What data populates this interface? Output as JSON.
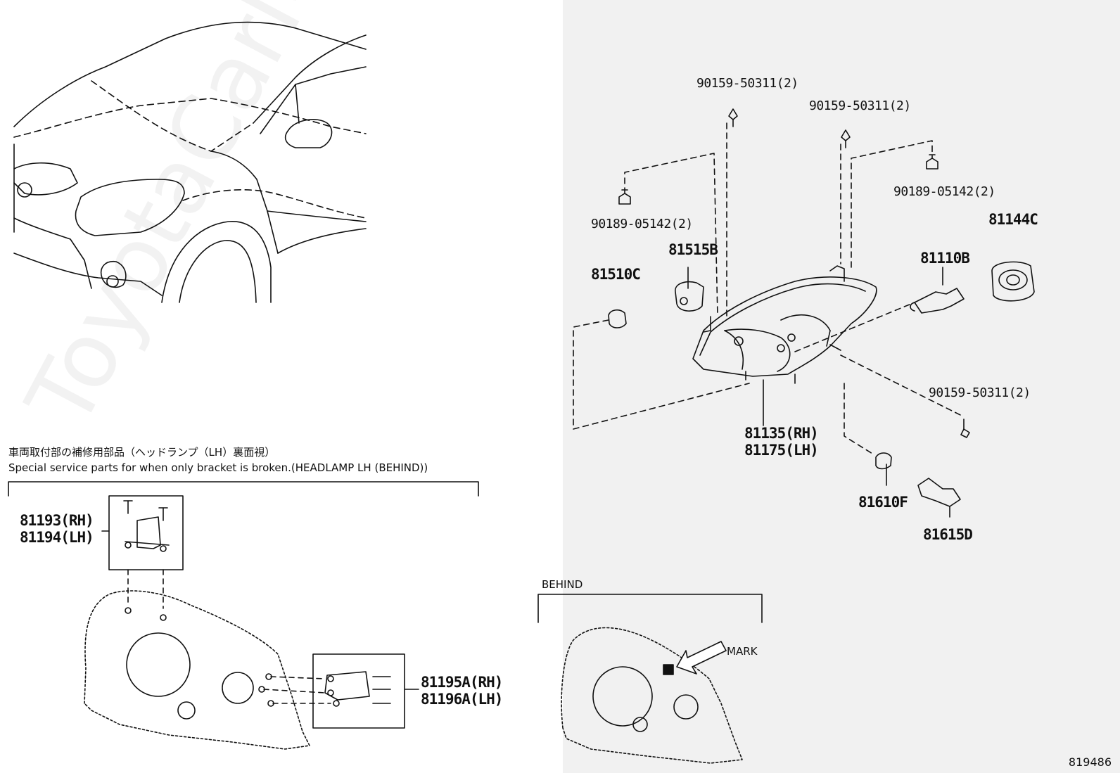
{
  "watermark": "ToyotaCarMine.ru",
  "figure_id": "819486",
  "special_service": {
    "title_jp": "車両取付部の補修用部品（ヘッドランプ（LH）裏面視）",
    "title_en": "Special service parts for when only bracket is broken.(HEADLAMP LH (BEHIND))"
  },
  "behind_label": "BEHIND",
  "mark_label": "MARK",
  "parts": {
    "p90159_a": "90159-50311(2)",
    "p90159_b": "90159-50311(2)",
    "p90159_c": "90159-50311(2)",
    "p90189_a": "90189-05142(2)",
    "p90189_b": "90189-05142(2)",
    "p81144c": "81144C",
    "p81110b": "81110B",
    "p81515b": "81515B",
    "p81510c": "81510C",
    "p81135": "81135(RH)",
    "p81175": "81175(LH)",
    "p81610f": "81610F",
    "p81615d": "81615D",
    "p81193": "81193(RH)",
    "p81194": "81194(LH)",
    "p81195a": "81195A(RH)",
    "p81196a": "81196A(LH)"
  }
}
